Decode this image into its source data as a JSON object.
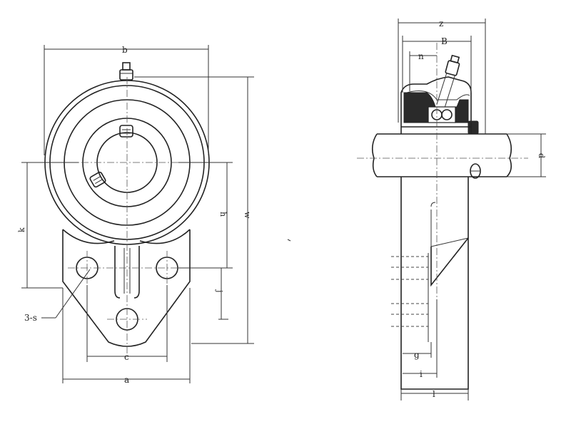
{
  "front_view": {
    "dims": {
      "b": "b",
      "h": "h",
      "k": "k",
      "n_dim": "w",
      "j": "j",
      "c": "c",
      "a": "a",
      "s": "3-s"
    }
  },
  "side_view": {
    "dims": {
      "z": "z",
      "B": "B",
      "n": "n",
      "d": "d",
      "g": "g",
      "i": "i",
      "l": "l"
    }
  }
}
